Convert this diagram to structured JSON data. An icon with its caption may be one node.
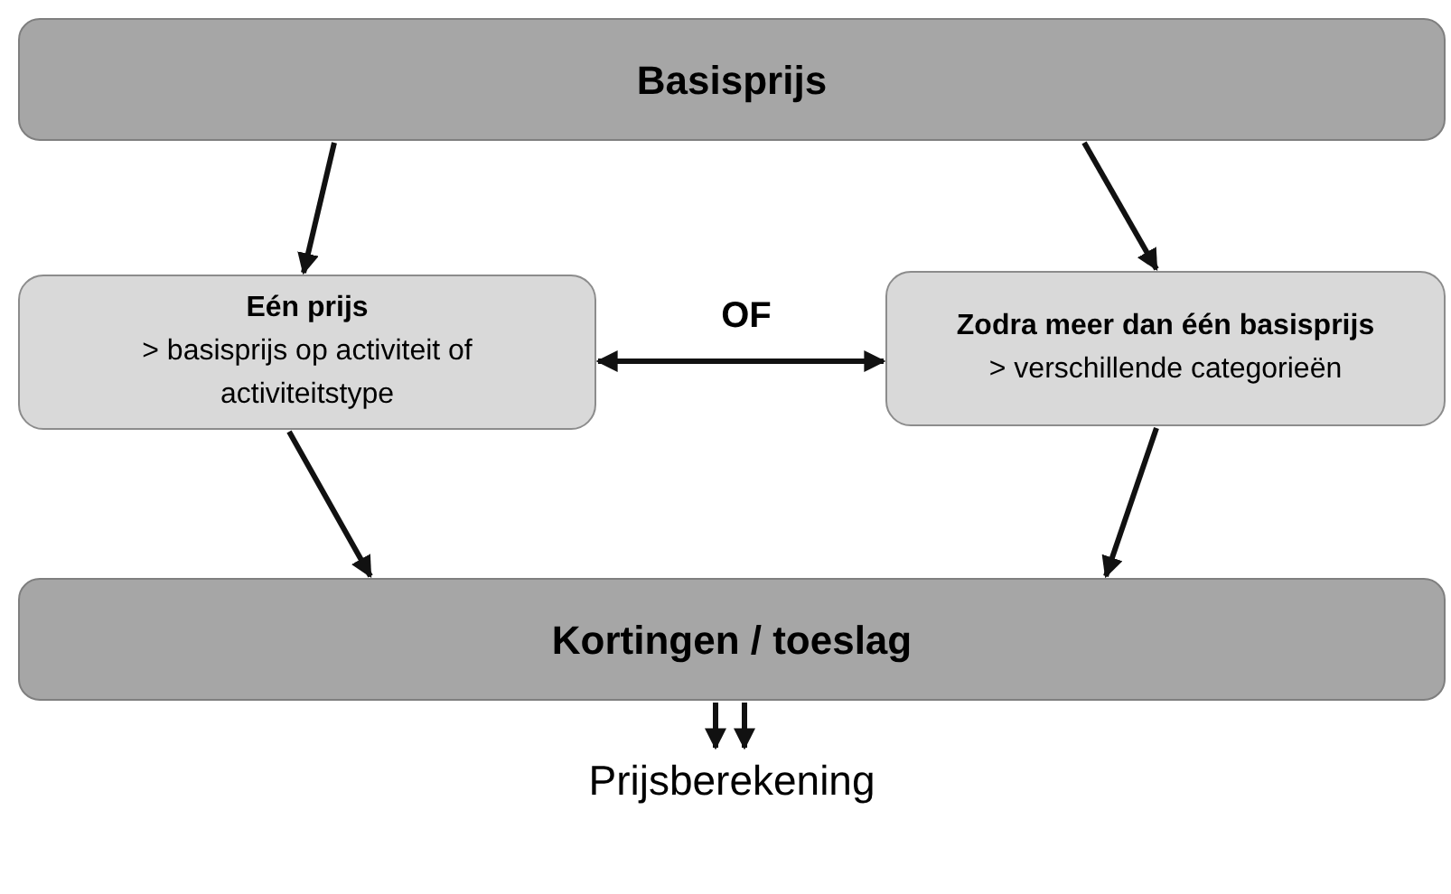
{
  "diagram": {
    "nodes": [
      {
        "text": [
          "Basisprijs"
        ]
      },
      {
        "text": [
          "Eén prijs",
          "> basisprijs op activiteit of activiteitstype"
        ]
      },
      {
        "text": [
          "Zodra meer dan één basisprijs",
          "> verschillende categorieën"
        ]
      },
      {
        "text": [
          "Kortingen / toeslag"
        ]
      },
      {
        "text": [
          "Prijsberekening"
        ]
      }
    ],
    "edges": [
      {
        "from": 0,
        "to": 1,
        "arrow": "to"
      },
      {
        "from": 0,
        "to": 2,
        "arrow": "to"
      },
      {
        "from": 1,
        "to": 2,
        "arrow": "both",
        "label": "OF"
      },
      {
        "from": 1,
        "to": 3,
        "arrow": "to"
      },
      {
        "from": 2,
        "to": 3,
        "arrow": "to"
      },
      {
        "from": 3,
        "to": 4,
        "arrow": "to"
      },
      {
        "from": 3,
        "to": 4,
        "arrow": "to"
      }
    ]
  }
}
